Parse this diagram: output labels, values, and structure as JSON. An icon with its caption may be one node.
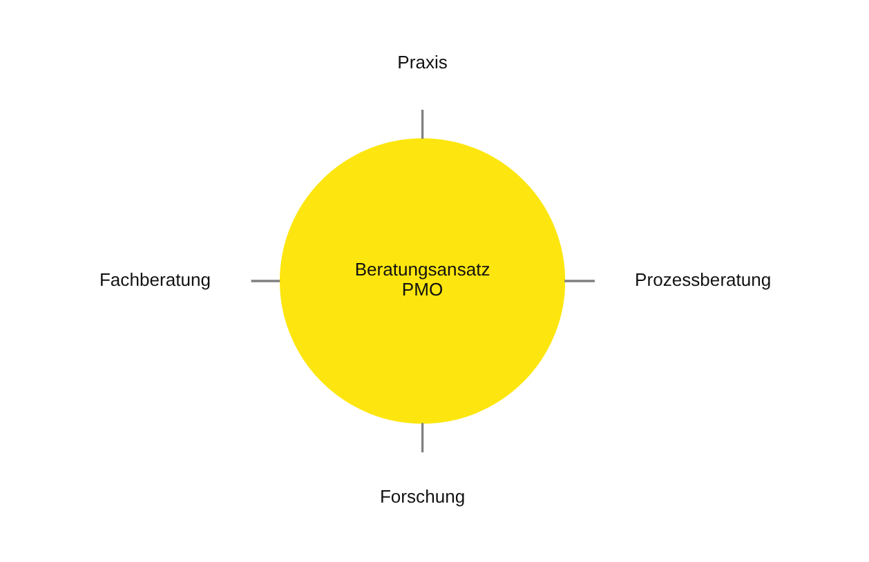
{
  "diagram": {
    "nodes": [
      {
        "text": [
          "Praxis"
        ]
      },
      {
        "text": [
          "Fachberatung"
        ]
      },
      {
        "text": [
          "Beratungsansatz PMO"
        ]
      },
      {
        "text": [
          "Prozessberatung"
        ]
      },
      {
        "text": [
          "Forschung"
        ]
      }
    ],
    "edges": [
      {
        "from": 2,
        "to": 0,
        "arrow": "none"
      },
      {
        "from": 2,
        "to": 1,
        "arrow": "none"
      },
      {
        "from": 2,
        "to": 3,
        "arrow": "none"
      },
      {
        "from": 2,
        "to": 4,
        "arrow": "none"
      }
    ]
  }
}
